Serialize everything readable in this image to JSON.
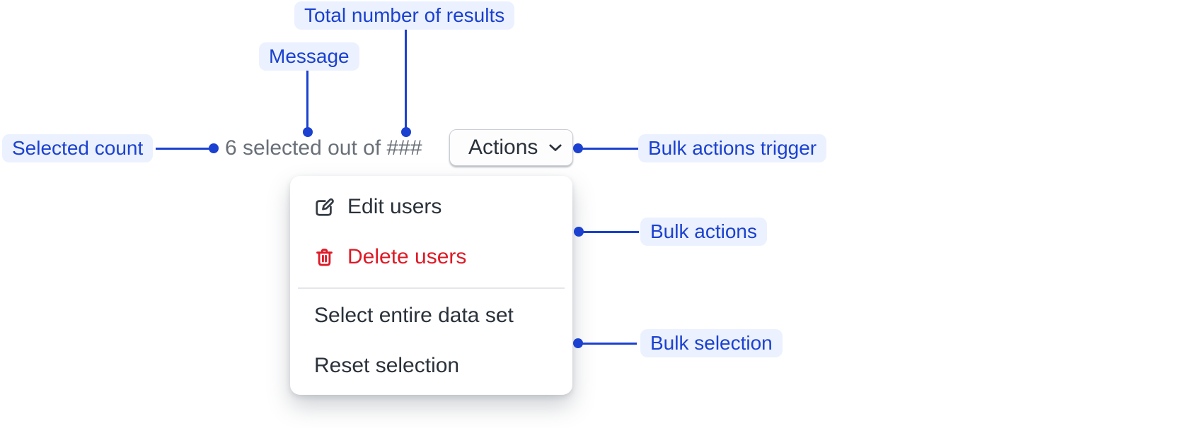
{
  "annotations": {
    "total_results": {
      "label": "Total number of results"
    },
    "message": {
      "label": "Message"
    },
    "selected_count": {
      "label": "Selected count"
    },
    "bulk_actions_trigger": {
      "label": "Bulk actions trigger"
    },
    "bulk_actions": {
      "label": "Bulk actions"
    },
    "bulk_selection": {
      "label": "Bulk selection"
    }
  },
  "toolbar": {
    "message": "6 selected out of ###",
    "actions_label": "Actions",
    "actions_icon": "chevron-down-icon"
  },
  "menu": {
    "items": [
      {
        "label": "Edit users",
        "icon": "edit-icon",
        "style": "default"
      },
      {
        "label": "Delete users",
        "icon": "trash-icon",
        "style": "danger"
      },
      {
        "label": "Select entire data set",
        "icon": "",
        "style": "default"
      },
      {
        "label": "Reset selection",
        "icon": "",
        "style": "default"
      }
    ],
    "divider_after_item": "Delete users"
  },
  "colors": {
    "accent": "#1b41d0",
    "label_bg": "#ebf1fe",
    "danger": "#de1a26",
    "muted": "#697078",
    "dark": "#2a313a"
  }
}
